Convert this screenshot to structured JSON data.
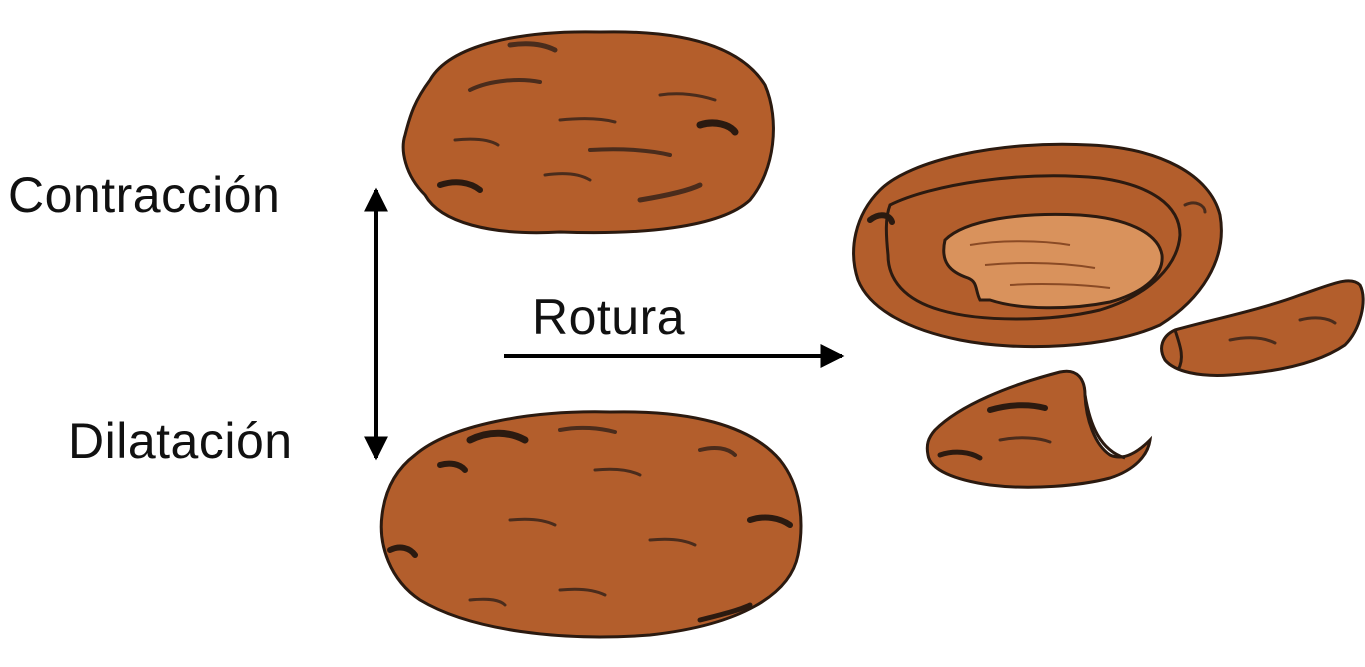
{
  "labels": {
    "contraction": "Contracción",
    "dilation": "Dilatación",
    "rupture": "Rotura"
  },
  "colors": {
    "rock_fill": "#b35e2c",
    "rock_light": "#d9925c",
    "rock_outline": "#2b1a10",
    "rock_mark": "#4a2c1c",
    "arrow": "#000000",
    "background": "#ffffff"
  }
}
